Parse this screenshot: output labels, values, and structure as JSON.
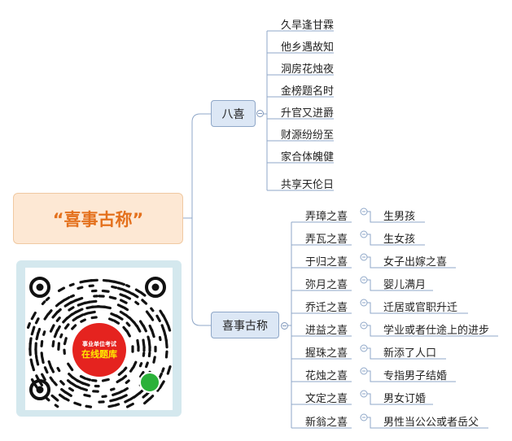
{
  "root": {
    "title": "“喜事古称”"
  },
  "branches": [
    {
      "label": "八喜",
      "leaves": [
        "久旱逢甘霖",
        "他乡遇故知",
        "洞房花烛夜",
        "金榜题名时",
        "升官又进爵",
        "财源纷纷至",
        "家合体魄健",
        "共享天伦日"
      ]
    },
    {
      "label": "喜事古称",
      "terms": [
        {
          "term": "弄璋之喜",
          "meaning": "生男孩"
        },
        {
          "term": "弄瓦之喜",
          "meaning": "生女孩"
        },
        {
          "term": "于归之喜",
          "meaning": "女子出嫁之喜"
        },
        {
          "term": "弥月之喜",
          "meaning": "婴儿满月"
        },
        {
          "term": "乔迁之喜",
          "meaning": "迁居或官职升迁"
        },
        {
          "term": "进益之喜",
          "meaning": "学业或者仕途上的进步"
        },
        {
          "term": "握珠之喜",
          "meaning": "新添了人口"
        },
        {
          "term": "花烛之喜",
          "meaning": "专指男子结婚"
        },
        {
          "term": "文定之喜",
          "meaning": "男女订婚"
        },
        {
          "term": "新翁之喜",
          "meaning": "男性当公公或者岳父"
        }
      ]
    }
  ],
  "qr": {
    "line1": "事业单位考试",
    "line2": "在线题库"
  },
  "colors": {
    "root_text": "#e4711d",
    "root_fill": "#fde8d4",
    "branch_fill": "#dce7f5",
    "line": "#8fa7c8"
  }
}
